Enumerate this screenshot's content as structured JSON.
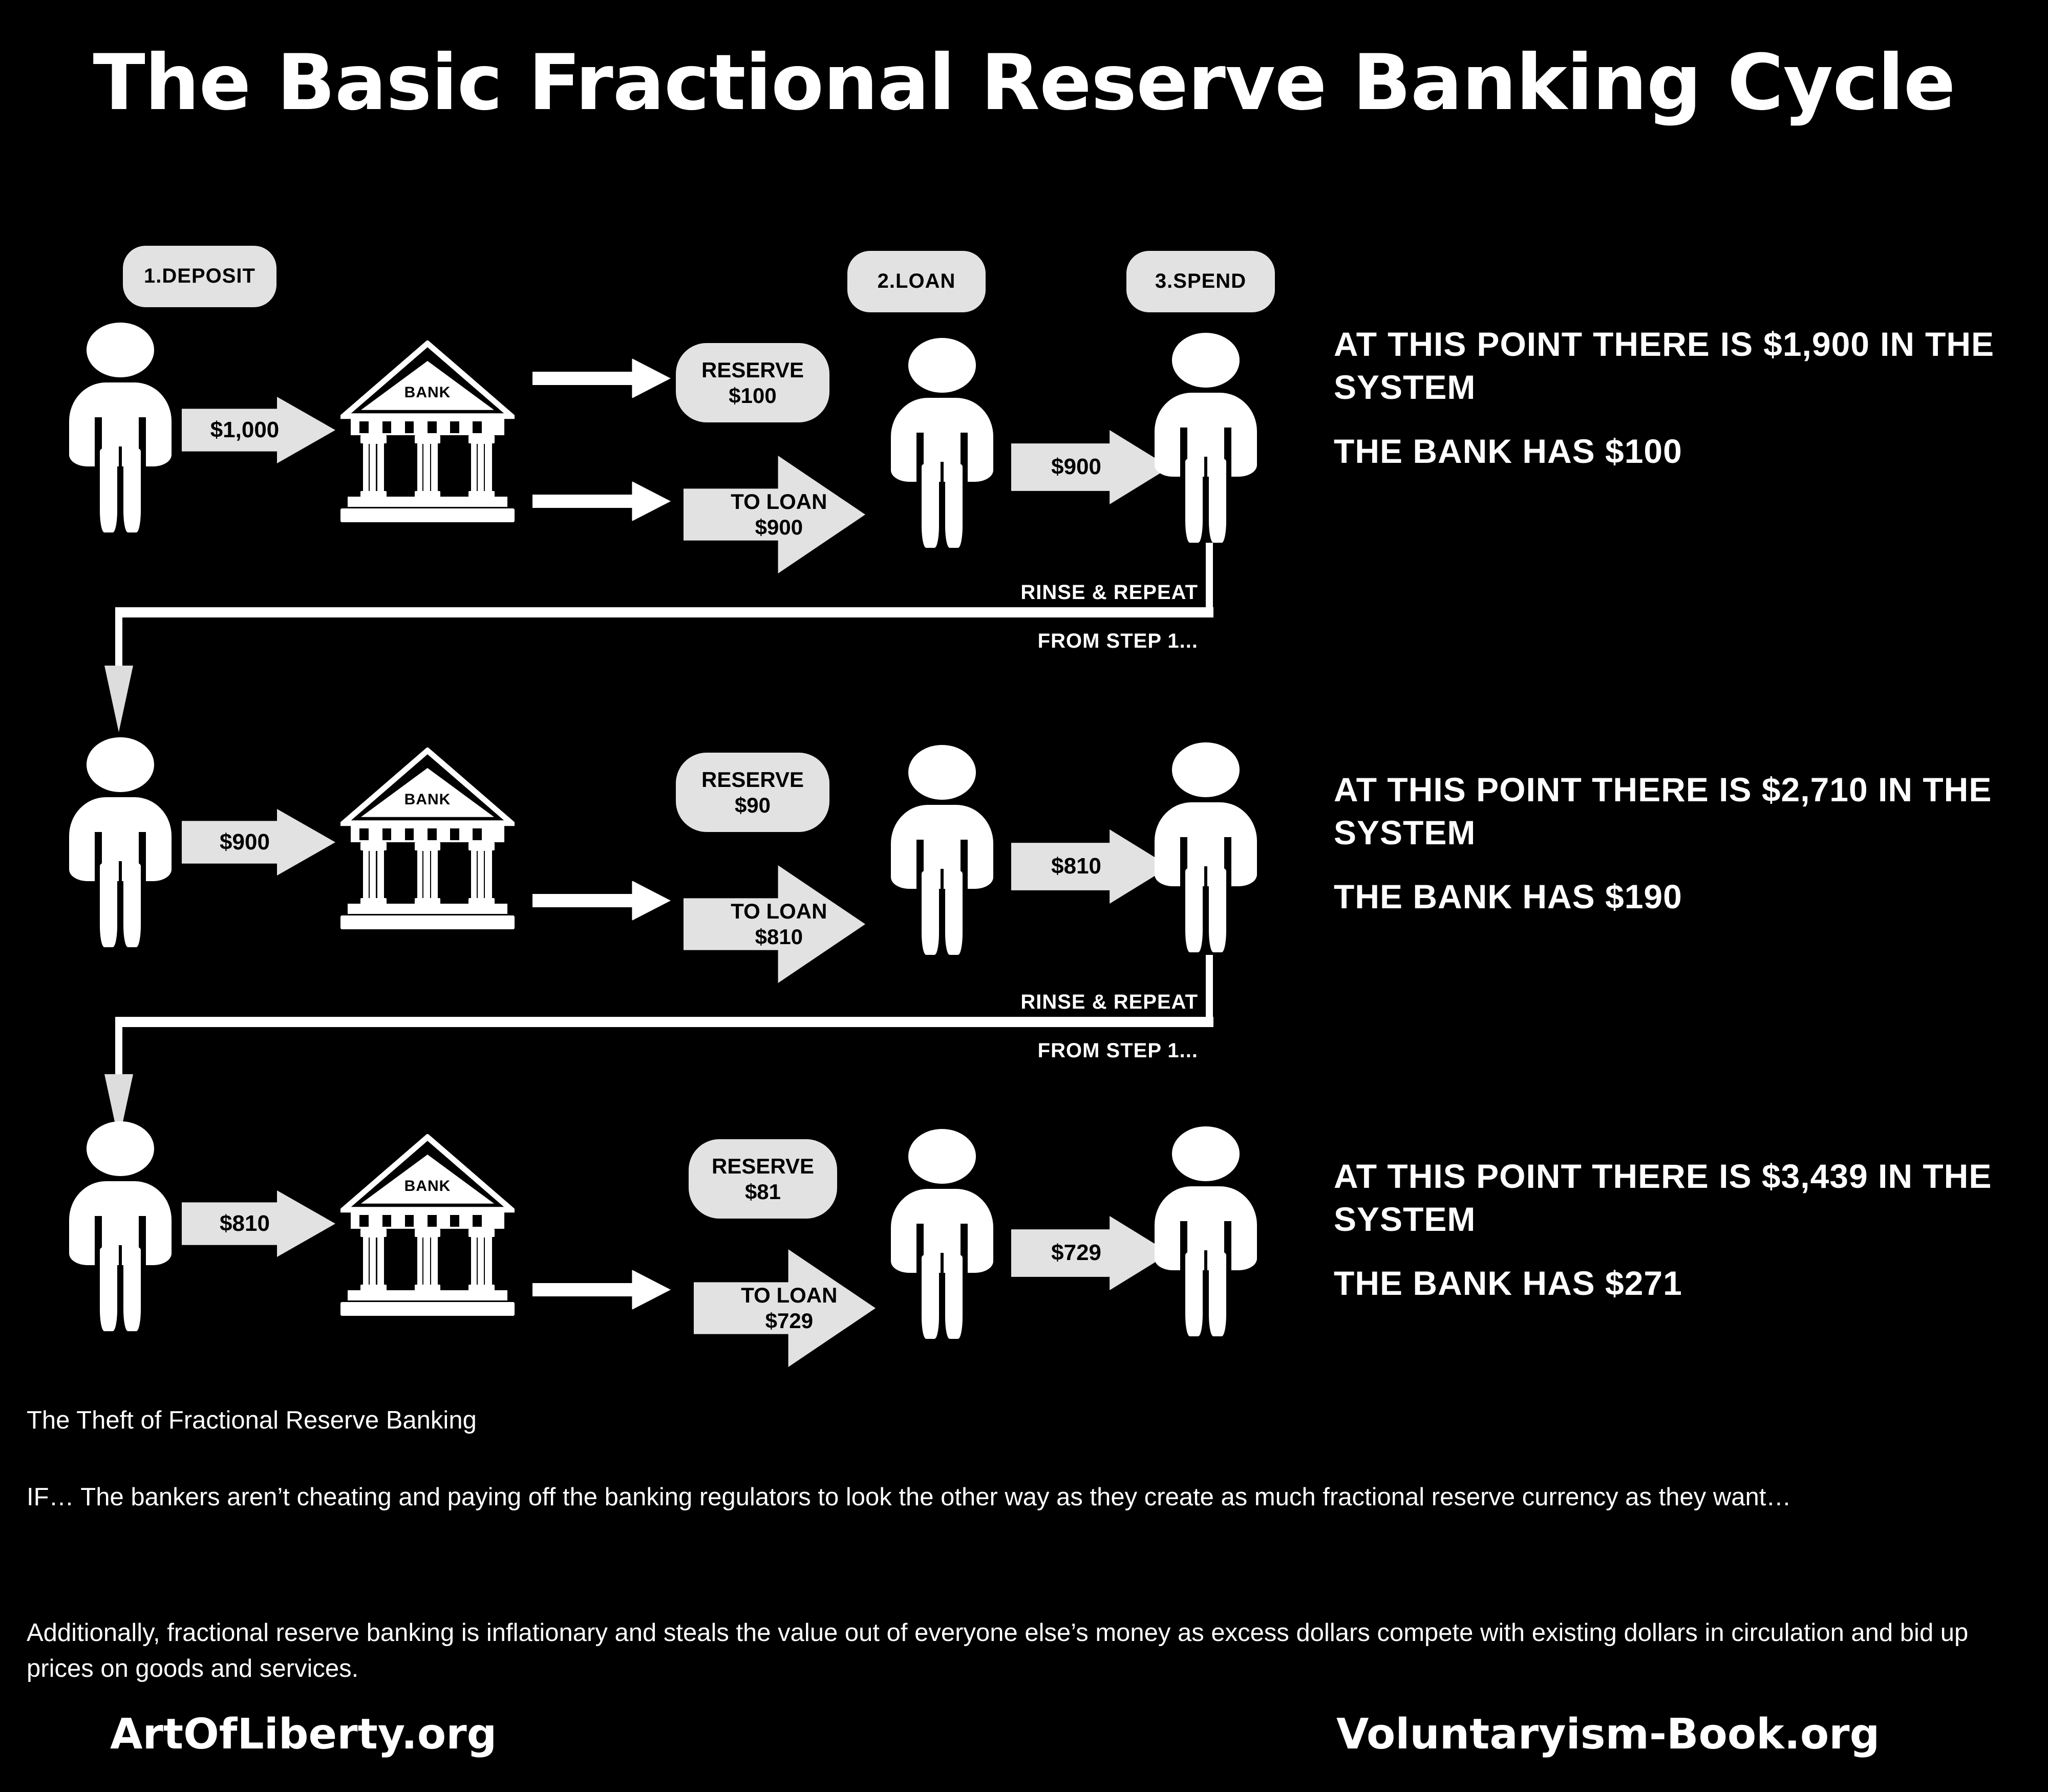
{
  "title": "The Basic Fractional Reserve Banking Cycle",
  "colors": {
    "background": "#000000",
    "foreground": "#ffffff",
    "badge_fill": "#e2e2e2",
    "badge_text": "#000000"
  },
  "steps": [
    {
      "id": "step1",
      "label": "1.DEPOSIT"
    },
    {
      "id": "step2",
      "label": "2.LOAN"
    },
    {
      "id": "step3",
      "label": "3.SPEND"
    }
  ],
  "bank_label": "BANK",
  "connector": {
    "line1": "RINSE & REPEAT",
    "line2": "FROM STEP 1..."
  },
  "rows": [
    {
      "deposit_amount": "$1,000",
      "reserve_label": "RESERVE",
      "reserve_amount": "$100",
      "toloan_label": "TO LOAN",
      "toloan_amount": "$900",
      "spend_amount": "$900",
      "summary_line1": "AT THIS POINT THERE IS $1,900 IN THE SYSTEM",
      "summary_line2": "THE BANK HAS $100"
    },
    {
      "deposit_amount": "$900",
      "reserve_label": "RESERVE",
      "reserve_amount": "$90",
      "toloan_label": "TO LOAN",
      "toloan_amount": "$810",
      "spend_amount": "$810",
      "summary_line1": "AT THIS POINT THERE  IS $2,710 IN THE SYSTEM",
      "summary_line2": "THE BANK HAS $190"
    },
    {
      "deposit_amount": "$810",
      "reserve_label": "RESERVE",
      "reserve_amount": "$81",
      "toloan_label": "TO LOAN",
      "toloan_amount": "$729",
      "spend_amount": "$729",
      "summary_line1": "AT THIS POINT THERE  IS $3,439 IN THE SYSTEM",
      "summary_line2": "THE BANK HAS $271"
    }
  ],
  "bottom": {
    "heading": "The Theft of Fractional Reserve Banking",
    "paragraph1": "IF… The bankers aren’t cheating and paying off the banking regulators to look the other way as they create as much fractional reserve currency as they want…",
    "paragraph2": "Additionally, fractional reserve banking is inflationary and steals the value out of everyone else’s money as excess dollars compete with existing dollars in circulation and bid up prices on goods and services."
  },
  "footer": {
    "left": "ArtOfLiberty.org",
    "right": "Voluntaryism-Book.org"
  }
}
